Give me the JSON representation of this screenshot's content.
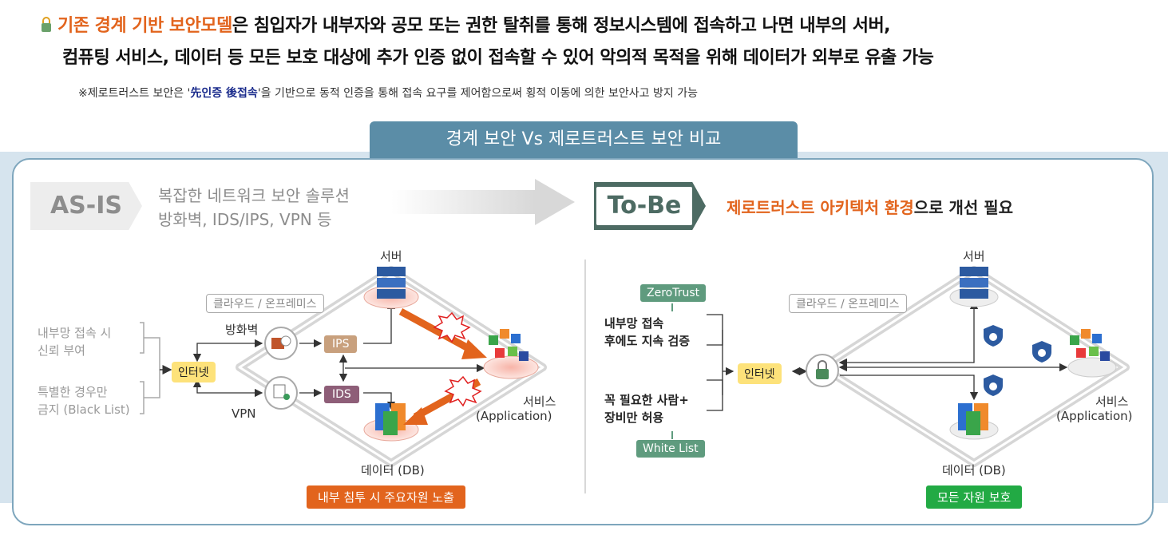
{
  "header": {
    "line1_icon": "lock-bullet-icon",
    "line1_highlight": "기존 경계 기반 보안모델",
    "line1_rest": "은 침입자가 내부자와 공모 또는 권한 탈취를 통해 정보시스템에 접속하고 나면 내부의 서버,",
    "line2": "컴퓨팅 서비스, 데이터 등 모든 보호 대상에 추가 인증 없이 접속할 수 있어 악의적 목적을 위해 데이터가 외부로 유출 가능",
    "note_prefix": "※제로트러스트 보안은 '",
    "note_highlight": "先인증 後접속",
    "note_suffix": "'을 기반으로 동적 인증을 통해 접속 요구를 제어함으로써 횡적 이동에 의한 보안사고 방지 가능"
  },
  "panel_title": "경계 보안 Vs 제로트러스트 보안 비교",
  "as_is": {
    "tag": "AS-IS",
    "line1": "복잡한 네트워크 보안 솔루션",
    "line2": "방화벽, IDS/IPS, VPN 등",
    "left_note1_a": "내부망 접속 시",
    "left_note1_b": "신뢰 부여",
    "left_note2_a": "특별한 경우만",
    "left_note2_b": "금지 (Black List)",
    "internet": "인터넷",
    "firewall": "방화벽",
    "vpn": "VPN",
    "ips": "IPS",
    "ids": "IDS",
    "cloud": "클라우드 / 온프레미스",
    "server": "서버",
    "service_a": "서비스",
    "service_b": "(Application)",
    "data": "데이터 (DB)",
    "badge": "내부 침투 시 주요자원 노출"
  },
  "to_be": {
    "tag": "To-Be",
    "headline_highlight": "제로트러스트 아키텍처 환경",
    "headline_rest": "으로 개선 필요",
    "zerotrust": "ZeroTrust",
    "note1_a": "내부망 접속",
    "note1_b": "후에도 지속 검증",
    "note2_a": "꼭 필요한 사람+",
    "note2_b": "장비만 허용",
    "whitelist": "White List",
    "internet": "인터넷",
    "cloud": "클라우드 / 온프레미스",
    "server": "서버",
    "service_a": "서비스",
    "service_b": "(Application)",
    "data": "데이터 (DB)",
    "badge": "모든 자원 보호"
  },
  "colors": {
    "accent_orange": "#e2641d",
    "panel_blue": "#5b8da7",
    "tobe_green": "#4d6b63",
    "badge_green": "#22aa44"
  }
}
